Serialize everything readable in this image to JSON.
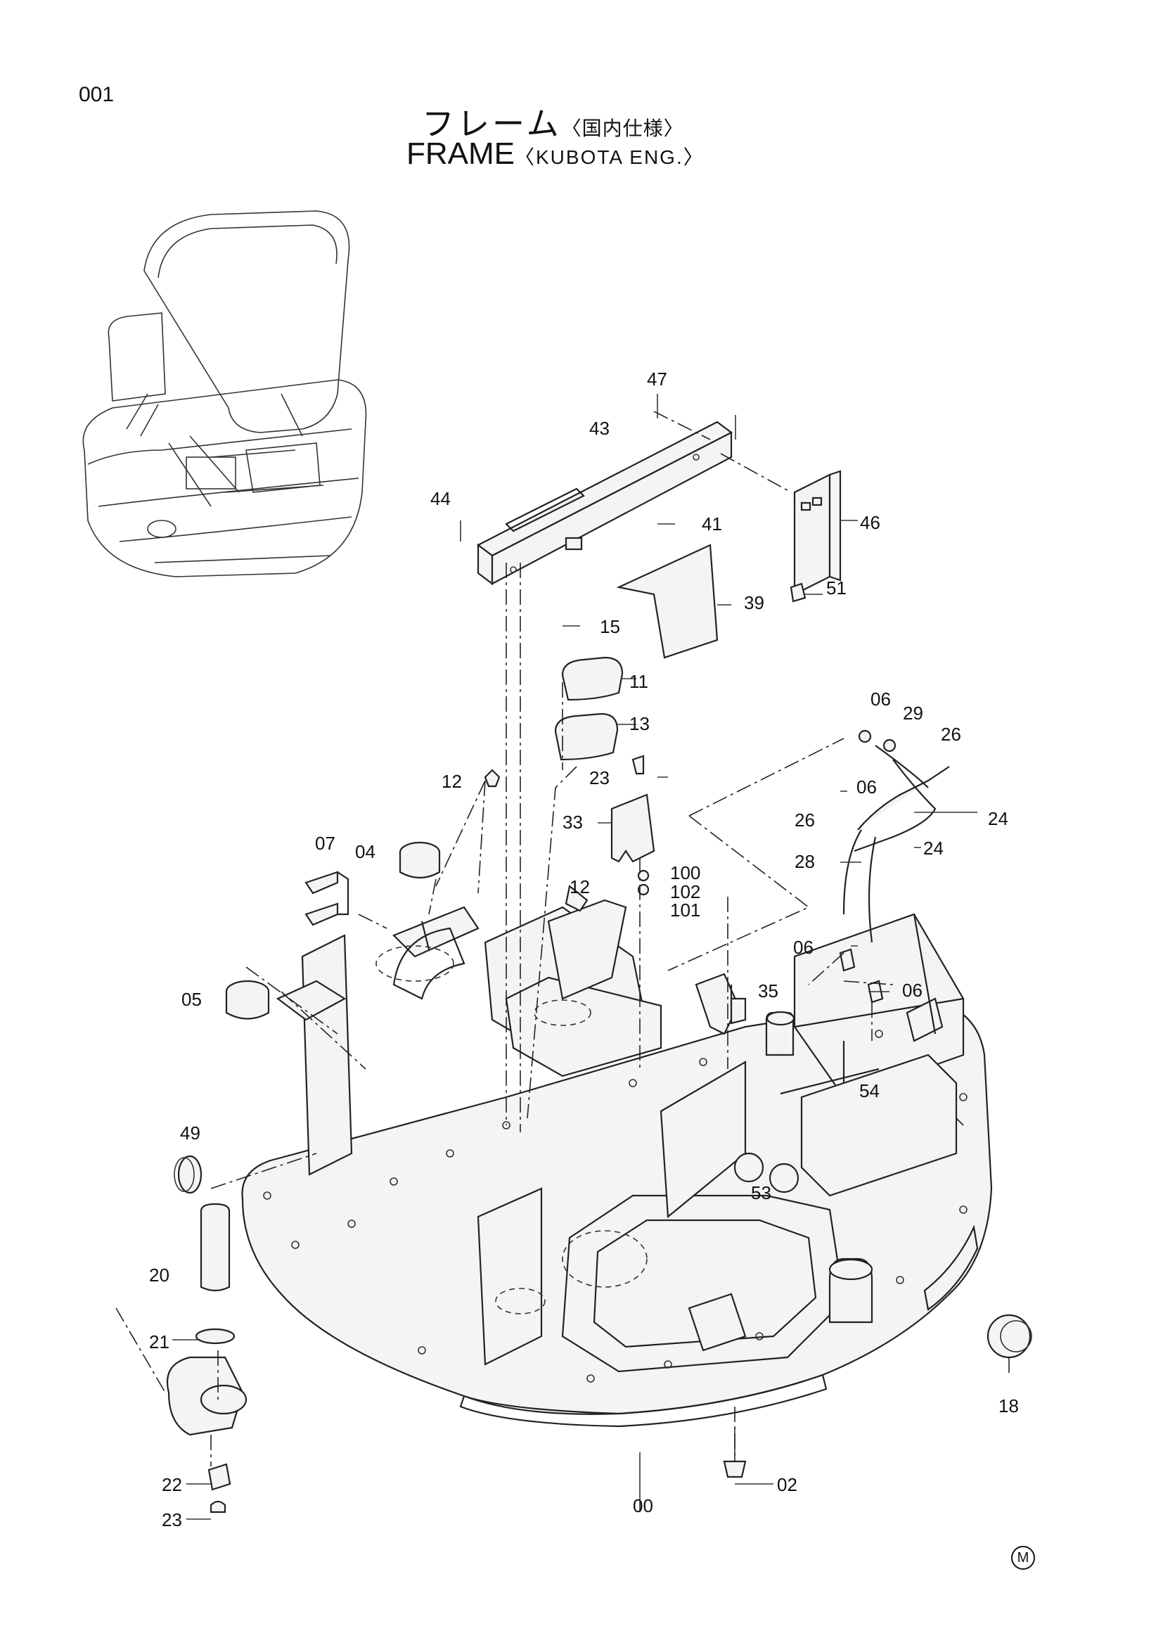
{
  "header": {
    "page_no": "001",
    "title_jp": "フレーム",
    "title_jp_sub": "〈国内仕様〉",
    "title_en": "FRAME",
    "title_en_sub": "〈KUBOTA ENG.〉"
  },
  "callouts": {
    "p00": "00",
    "p02": "02",
    "p04": "04",
    "p05": "05",
    "p06a": "06",
    "p06b": "06",
    "p06c": "06",
    "p06d": "06",
    "p07": "07",
    "p11": "11",
    "p12a": "12",
    "p12b": "12",
    "p13": "13",
    "p15": "15",
    "p18": "18",
    "p20": "20",
    "p21": "21",
    "p22": "22",
    "p23a": "23",
    "p23b": "23",
    "p24a": "24",
    "p24b": "24",
    "p26a": "26",
    "p26b": "26",
    "p28": "28",
    "p29": "29",
    "p33": "33",
    "p35": "35",
    "p39": "39",
    "p41": "41",
    "p43": "43",
    "p44": "44",
    "p46": "46",
    "p47": "47",
    "p49": "49",
    "p51": "51",
    "p53": "53",
    "p54": "54",
    "p100": "100",
    "p101": "101",
    "p102": "102"
  },
  "footer": {
    "mark": "M"
  }
}
